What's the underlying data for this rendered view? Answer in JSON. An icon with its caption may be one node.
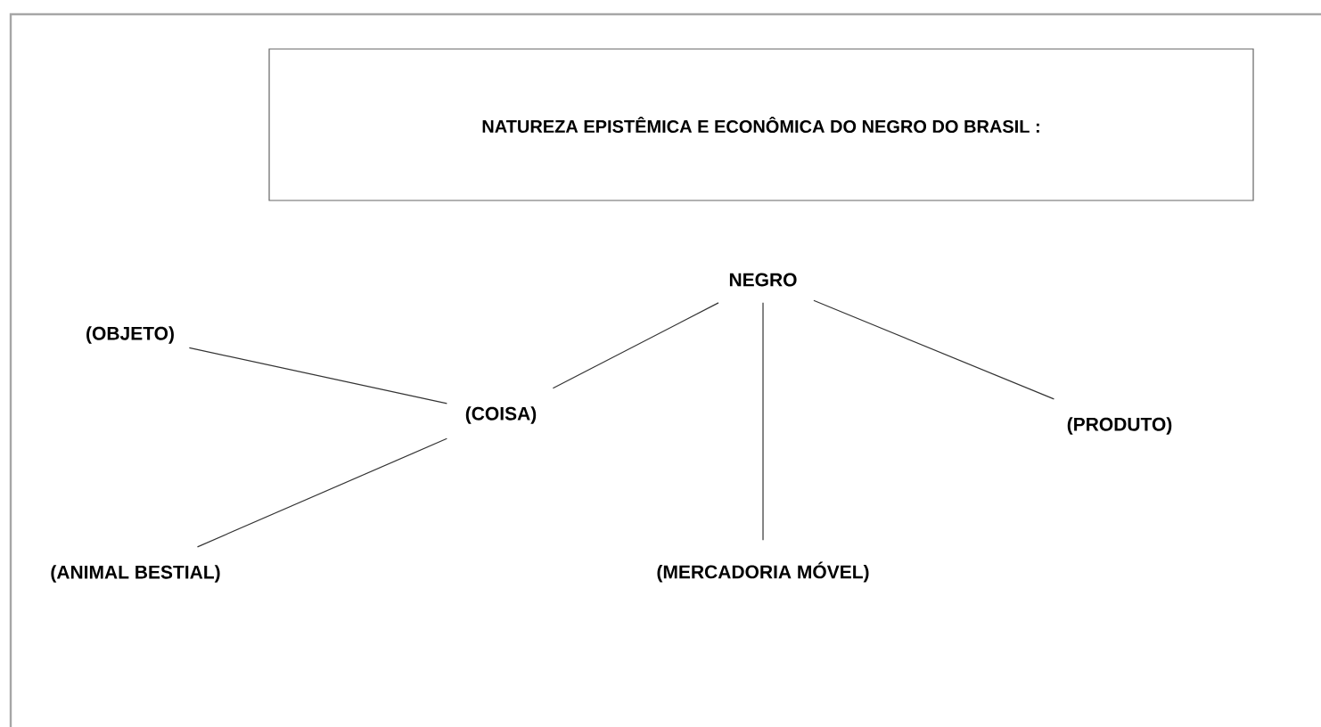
{
  "diagram": {
    "nodes": [
      {
        "text": [
          "NATUREZA EPISTÊMICA E  ECONÔMICA DO NEGRO DO BRASIL :"
        ]
      },
      {
        "text": [
          "NEGRO"
        ]
      },
      {
        "text": [
          "(OBJETO)"
        ]
      },
      {
        "text": [
          "(COISA)"
        ]
      },
      {
        "text": [
          "(PRODUTO)"
        ]
      },
      {
        "text": [
          "(ANIMAL BESTIAL)"
        ]
      },
      {
        "text": [
          "(MERCADORIA MÓVEL)"
        ]
      }
    ],
    "edges": [
      {
        "from": 1,
        "to": 3,
        "arrow": "none"
      },
      {
        "from": 1,
        "to": 6,
        "arrow": "none"
      },
      {
        "from": 1,
        "to": 4,
        "arrow": "none"
      },
      {
        "from": 3,
        "to": 2,
        "arrow": "none"
      },
      {
        "from": 3,
        "to": 5,
        "arrow": "none"
      }
    ]
  }
}
